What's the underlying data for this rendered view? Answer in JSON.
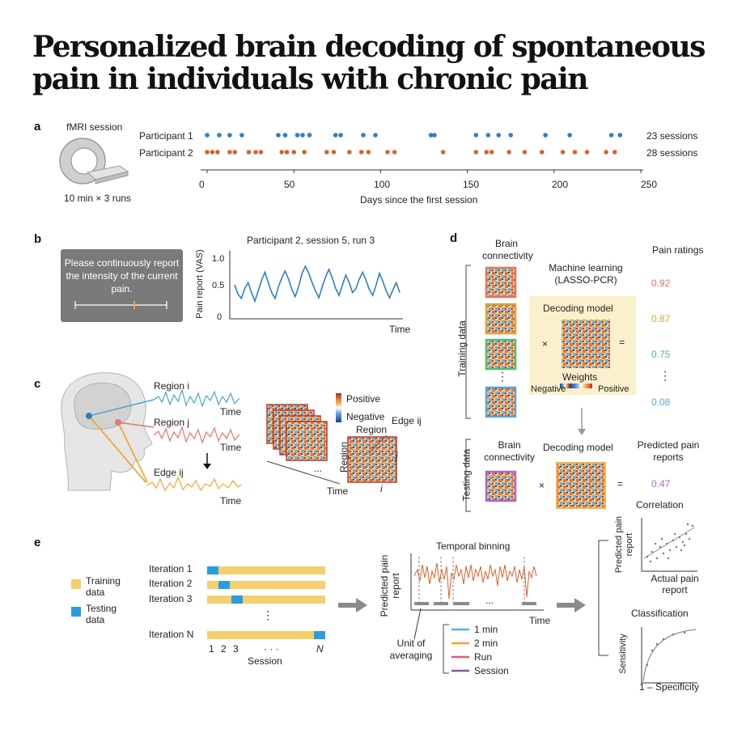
{
  "title": "Personalized brain decoding of spontaneous pain in individuals with chronic pain",
  "panels": {
    "a": {
      "letter": "a",
      "fmri_label": "fMRI session",
      "runs_label": "10 min  × 3 runs",
      "participant1_label": "Participant 1",
      "participant2_label": "Participant 2",
      "participant1_sessions": "23 sessions",
      "participant2_sessions": "28 sessions",
      "xlabel": "Days since the first session",
      "ticks": [
        "0",
        "50",
        "100",
        "150",
        "200",
        "250"
      ],
      "colors": {
        "participant1": "#2f7fc4",
        "participant2": "#d9622b"
      }
    },
    "b": {
      "letter": "b",
      "instruction": "Please continuously report the intensity of the current pain.",
      "plot_title": "Participant 2, session 5, run 3",
      "ylabel": "Pain report (VAS)",
      "yticks": [
        "1.0",
        "0.5",
        "0"
      ],
      "xlabel": "Time"
    },
    "c": {
      "letter": "c",
      "region_i": "Region i",
      "region_j": "Region j",
      "edge_ij": "Edge ij",
      "time": "Time",
      "positive": "Positive",
      "negative": "Negative",
      "region_top": "Region",
      "region_side": "Region",
      "edge_label": "Edge ij",
      "i": "i",
      "j": "j",
      "ellipsis": "...",
      "time_axis": "Time"
    },
    "d": {
      "letter": "d",
      "brain_connectivity": "Brain connectivity",
      "machine_learning": "Machine learning (LASSO-PCR)",
      "pain_ratings": "Pain ratings",
      "training_data": "Training data",
      "testing_data": "Testing data",
      "decoding_model": "Decoding model",
      "weights": "Weights",
      "negative": "Negative",
      "positive": "Positive",
      "decoding_model_test": "Decoding model",
      "predicted_pain_reports": "Predicted pain reports",
      "ratings": [
        {
          "value": "0.92",
          "color": "#e4735f"
        },
        {
          "value": "0.87",
          "color": "#e0a03c"
        },
        {
          "value": "0.75",
          "color": "#4cbf6e"
        },
        {
          "value": "0.08",
          "color": "#5aa4dd"
        }
      ],
      "predicted": {
        "value": "0.47",
        "color": "#a86ad6"
      },
      "vdots": "⋮",
      "times": "×",
      "equals": "="
    },
    "e": {
      "letter": "e",
      "legend_training": "Training data",
      "legend_testing": "Testing data",
      "iterations": [
        {
          "label": "Iteration 1",
          "test_index": 1
        },
        {
          "label": "Iteration 2",
          "test_index": 2
        },
        {
          "label": "Iteration 3",
          "test_index": 3
        }
      ],
      "iteration_n_label": "Iteration N",
      "session_ticks": [
        "1",
        "2",
        "3",
        "· · ·",
        "N"
      ],
      "session_label": "Session",
      "temporal_binning": "Temporal binning",
      "predicted_pain_report": "Predicted pain report",
      "time": "Time",
      "unit_of_averaging": "Unit of averaging",
      "units": [
        {
          "label": "1 min",
          "color": "#4bb8e0"
        },
        {
          "label": "2 min",
          "color": "#f0a637"
        },
        {
          "label": "Run",
          "color": "#e0567e"
        },
        {
          "label": "Session",
          "color": "#7a58a6"
        }
      ],
      "correlation": "Correlation",
      "corr_ylabel": "Predicted pain report",
      "corr_xlabel": "Actual pain report",
      "classification": "Classification",
      "sensitivity": "Sensitivity",
      "specificity": "1 – Specificity",
      "ellipsis": "...",
      "vdots": "⋮",
      "colors": {
        "training": "#f5cf6e",
        "testing": "#2a9de0"
      }
    }
  },
  "chart_data": [
    {
      "type": "scatter",
      "xlabel": "Days since the first session",
      "xlim": [
        0,
        250
      ],
      "series": [
        {
          "name": "Participant 1",
          "x": [
            0,
            7,
            13,
            20,
            41,
            45,
            52,
            55,
            59,
            74,
            77,
            90,
            97,
            129,
            131,
            155,
            162,
            168,
            175,
            195,
            209,
            233,
            238
          ],
          "y": [
            1,
            1,
            1,
            1,
            1,
            1,
            1,
            1,
            1,
            1,
            1,
            1,
            1,
            1,
            1,
            1,
            1,
            1,
            1,
            1,
            1,
            1,
            1
          ]
        },
        {
          "name": "Participant 2",
          "x": [
            0,
            3,
            6,
            13,
            16,
            24,
            28,
            31,
            43,
            46,
            50,
            56,
            69,
            73,
            82,
            89,
            93,
            104,
            108,
            136,
            155,
            161,
            164,
            174,
            183,
            193,
            205,
            212,
            219,
            230,
            235
          ],
          "y": [
            2,
            2,
            2,
            2,
            2,
            2,
            2,
            2,
            2,
            2,
            2,
            2,
            2,
            2,
            2,
            2,
            2,
            2,
            2,
            2,
            2,
            2,
            2,
            2,
            2,
            2,
            2,
            2,
            2,
            2,
            2
          ]
        }
      ]
    },
    {
      "type": "line",
      "title": "Participant 2, session 5, run 3",
      "ylabel": "Pain report (VAS)",
      "xlabel": "Time",
      "ylim": [
        0,
        1.1
      ],
      "series": [
        {
          "values": [
            0.58,
            0.42,
            0.35,
            0.52,
            0.62,
            0.45,
            0.3,
            0.48,
            0.66,
            0.8,
            0.62,
            0.45,
            0.35,
            0.55,
            0.7,
            0.82,
            0.68,
            0.5,
            0.38,
            0.55,
            0.78,
            0.9,
            0.78,
            0.62,
            0.48,
            0.36,
            0.55,
            0.72,
            0.85,
            0.7,
            0.52,
            0.4,
            0.58,
            0.75,
            0.62,
            0.45,
            0.52,
            0.68,
            0.8,
            0.66,
            0.5,
            0.4,
            0.58,
            0.78,
            0.64,
            0.48,
            0.36,
            0.5,
            0.62,
            0.45
          ]
        }
      ]
    }
  ]
}
